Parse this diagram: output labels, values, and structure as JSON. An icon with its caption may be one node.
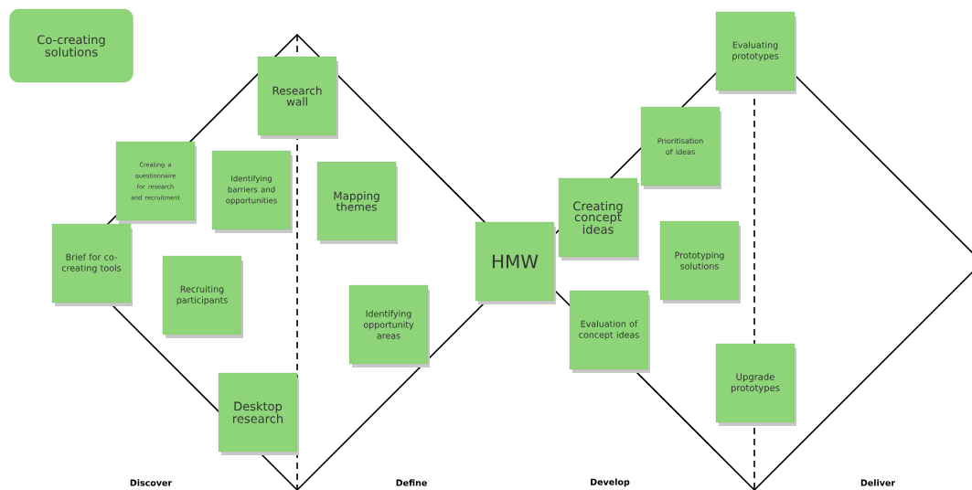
{
  "diagram": {
    "nodes": [
      {
        "text": [
          "Co-creating solutions"
        ]
      },
      {
        "text": [
          "Research wall"
        ]
      },
      {
        "text": [
          "Creating a questionnaire for research and recruitment"
        ]
      },
      {
        "text": [
          "Identifying barriers and opportunities"
        ]
      },
      {
        "text": [
          "Mapping themes"
        ]
      },
      {
        "text": [
          "Brief for co-creating tools"
        ]
      },
      {
        "text": [
          "Recruiting participants"
        ]
      },
      {
        "text": [
          "Identifying opportunity areas"
        ]
      },
      {
        "text": [
          "Desktop research"
        ]
      },
      {
        "text": [
          "HMW"
        ]
      },
      {
        "text": [
          "Evaluating prototypes"
        ]
      },
      {
        "text": [
          "Prioritisation of ideas"
        ]
      },
      {
        "text": [
          "Creating concept ideas"
        ]
      },
      {
        "text": [
          "Prototyping solutions"
        ]
      },
      {
        "text": [
          "Evaluation of concept ideas"
        ]
      },
      {
        "text": [
          "Upgrade prototypes"
        ]
      }
    ],
    "labels": [
      "Discover",
      "Define",
      "Develop",
      "Deliver"
    ]
  }
}
